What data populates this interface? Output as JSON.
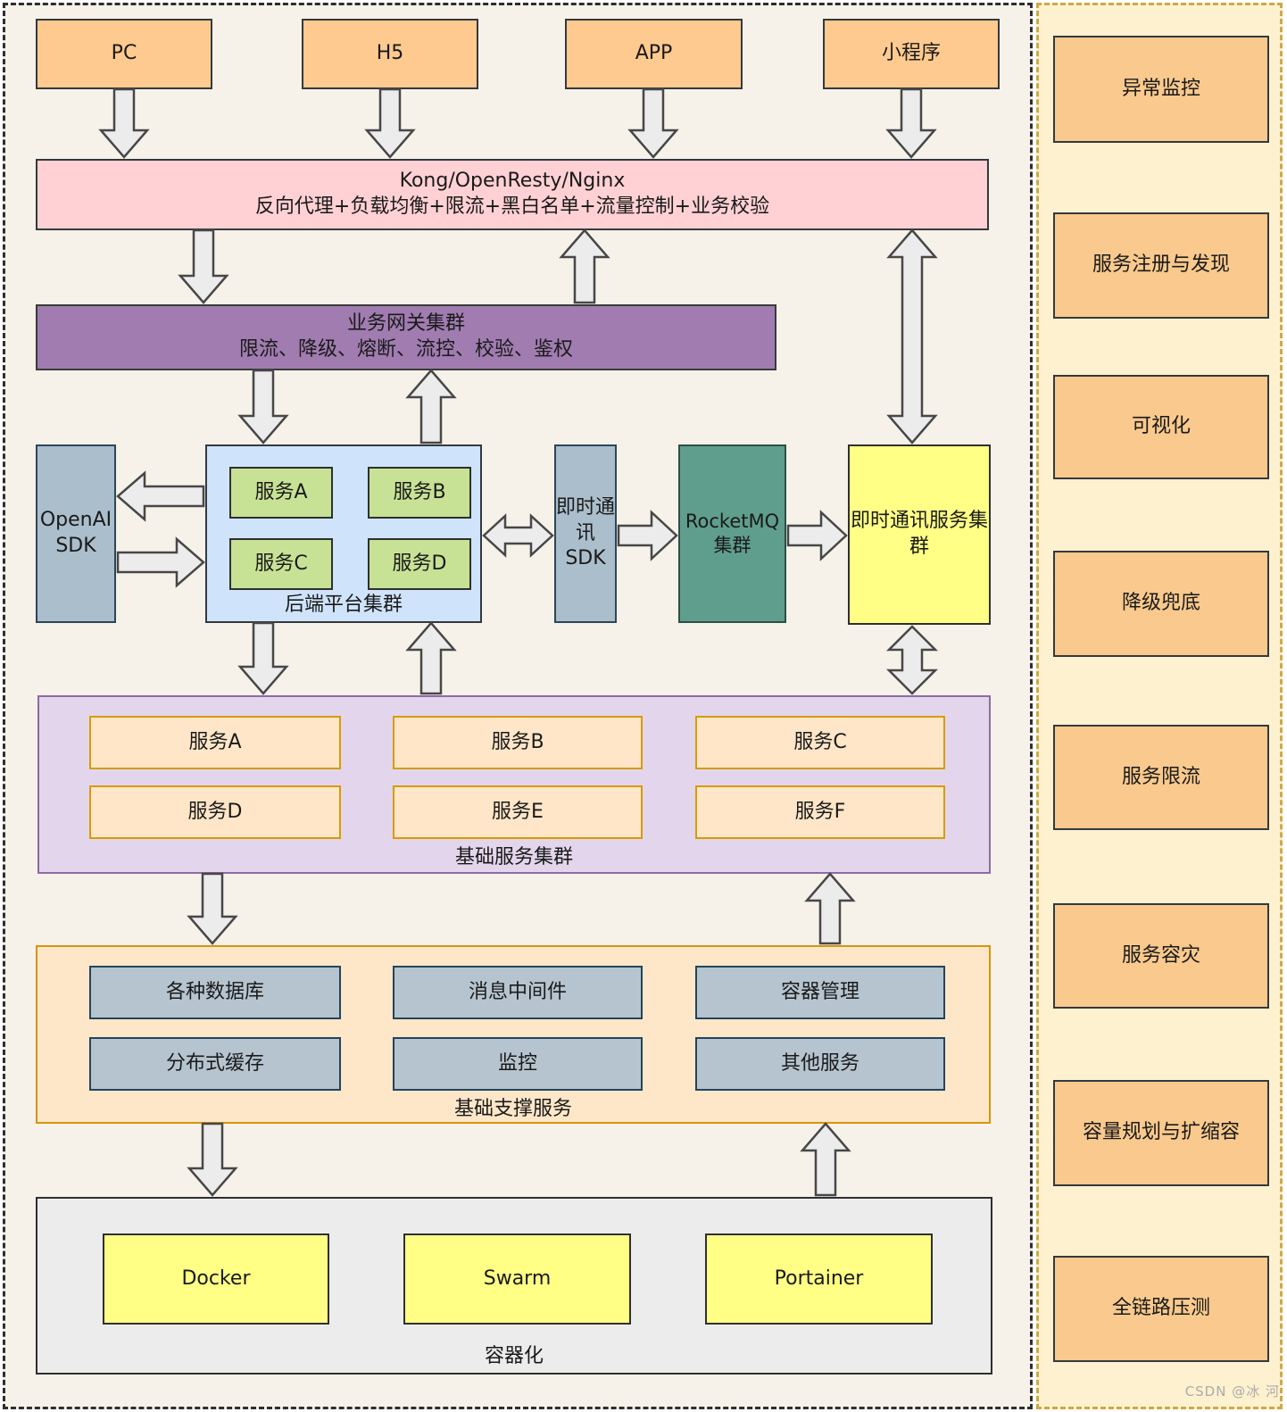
{
  "clients": [
    "PC",
    "H5",
    "APP",
    "小程序"
  ],
  "edge_gateway": {
    "title": "Kong/OpenResty/Nginx",
    "subtitle": "反向代理+负载均衡+限流+黑白名单+流量控制+业务校验"
  },
  "business_gateway": {
    "title": "业务网关集群",
    "subtitle": "限流、降级、熔断、流控、校验、鉴权"
  },
  "openai_sdk_label": "OpenAI SDK",
  "backend_platform": {
    "label": "后端平台集群",
    "services": [
      "服务A",
      "服务B",
      "服务C",
      "服务D"
    ]
  },
  "im_sdk_label": "即时通讯SDK",
  "rocketmq_label": "RocketMQ集群",
  "im_service_cluster_label": "即时通讯服务集群",
  "base_service_cluster": {
    "label": "基础服务集群",
    "services": [
      "服务A",
      "服务B",
      "服务C",
      "服务D",
      "服务E",
      "服务F"
    ]
  },
  "support_services": {
    "label": "基础支撑服务",
    "services": [
      "各种数据库",
      "消息中间件",
      "容器管理",
      "分布式缓存",
      "监控",
      "其他服务"
    ]
  },
  "containerization": {
    "label": "容器化",
    "items": [
      "Docker",
      "Swarm",
      "Portainer"
    ]
  },
  "sidebar": {
    "items": [
      "异常监控",
      "服务注册与发现",
      "可视化",
      "降级兜底",
      "服务限流",
      "服务容灾",
      "容量规划与扩缩容",
      "全链路压测"
    ]
  },
  "watermark": "CSDN @冰 河",
  "colors": {
    "diagram_bg": "#f6f2e9",
    "sidebar_bg": "#fdf1cf",
    "sidebar_border": "#cfa848",
    "client_fill": "#ffca8f",
    "edge_gateway_fill": "#ffd1d4",
    "business_gateway_fill": "#a07cb0",
    "sdk_fill": "#abbecb",
    "backend_fill": "#cfe4fb",
    "service_green_fill": "#c8e295",
    "rocketmq_fill": "#5f9e8c",
    "im_service_fill": "#ffff85",
    "base_cluster_fill": "#e3d6ec",
    "base_item_fill": "#ffe6c8",
    "support_fill": "#fde7c8",
    "support_item_fill": "#b6c4cf",
    "container_fill": "#ececec",
    "container_item_fill": "#ffff85",
    "sidebar_item_fill": "#f9c98d",
    "arrow_fill": "#ececec",
    "arrow_stroke": "#474747"
  }
}
